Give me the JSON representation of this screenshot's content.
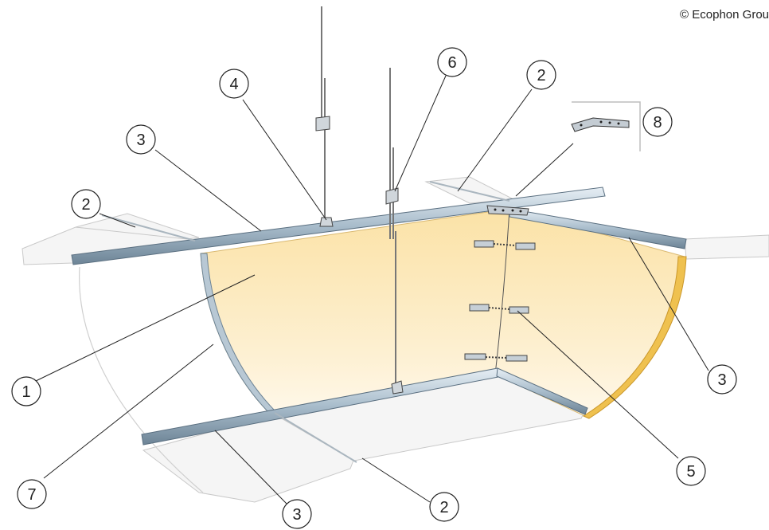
{
  "copyright": "© Ecophon Grou",
  "callouts": [
    {
      "label": "1"
    },
    {
      "label": "2"
    },
    {
      "label": "2"
    },
    {
      "label": "2"
    },
    {
      "label": "3"
    },
    {
      "label": "3"
    },
    {
      "label": "3"
    },
    {
      "label": "4"
    },
    {
      "label": "5"
    },
    {
      "label": "6"
    },
    {
      "label": "7"
    },
    {
      "label": "8"
    }
  ],
  "colors": {
    "panel_fill": "#fbe6b0",
    "panel_edge": "#e8b84a",
    "rail": "#c9d7e2",
    "rail_dark": "#7f96a8",
    "ceiling_tile": "#f4f4f4",
    "line": "#333333"
  }
}
